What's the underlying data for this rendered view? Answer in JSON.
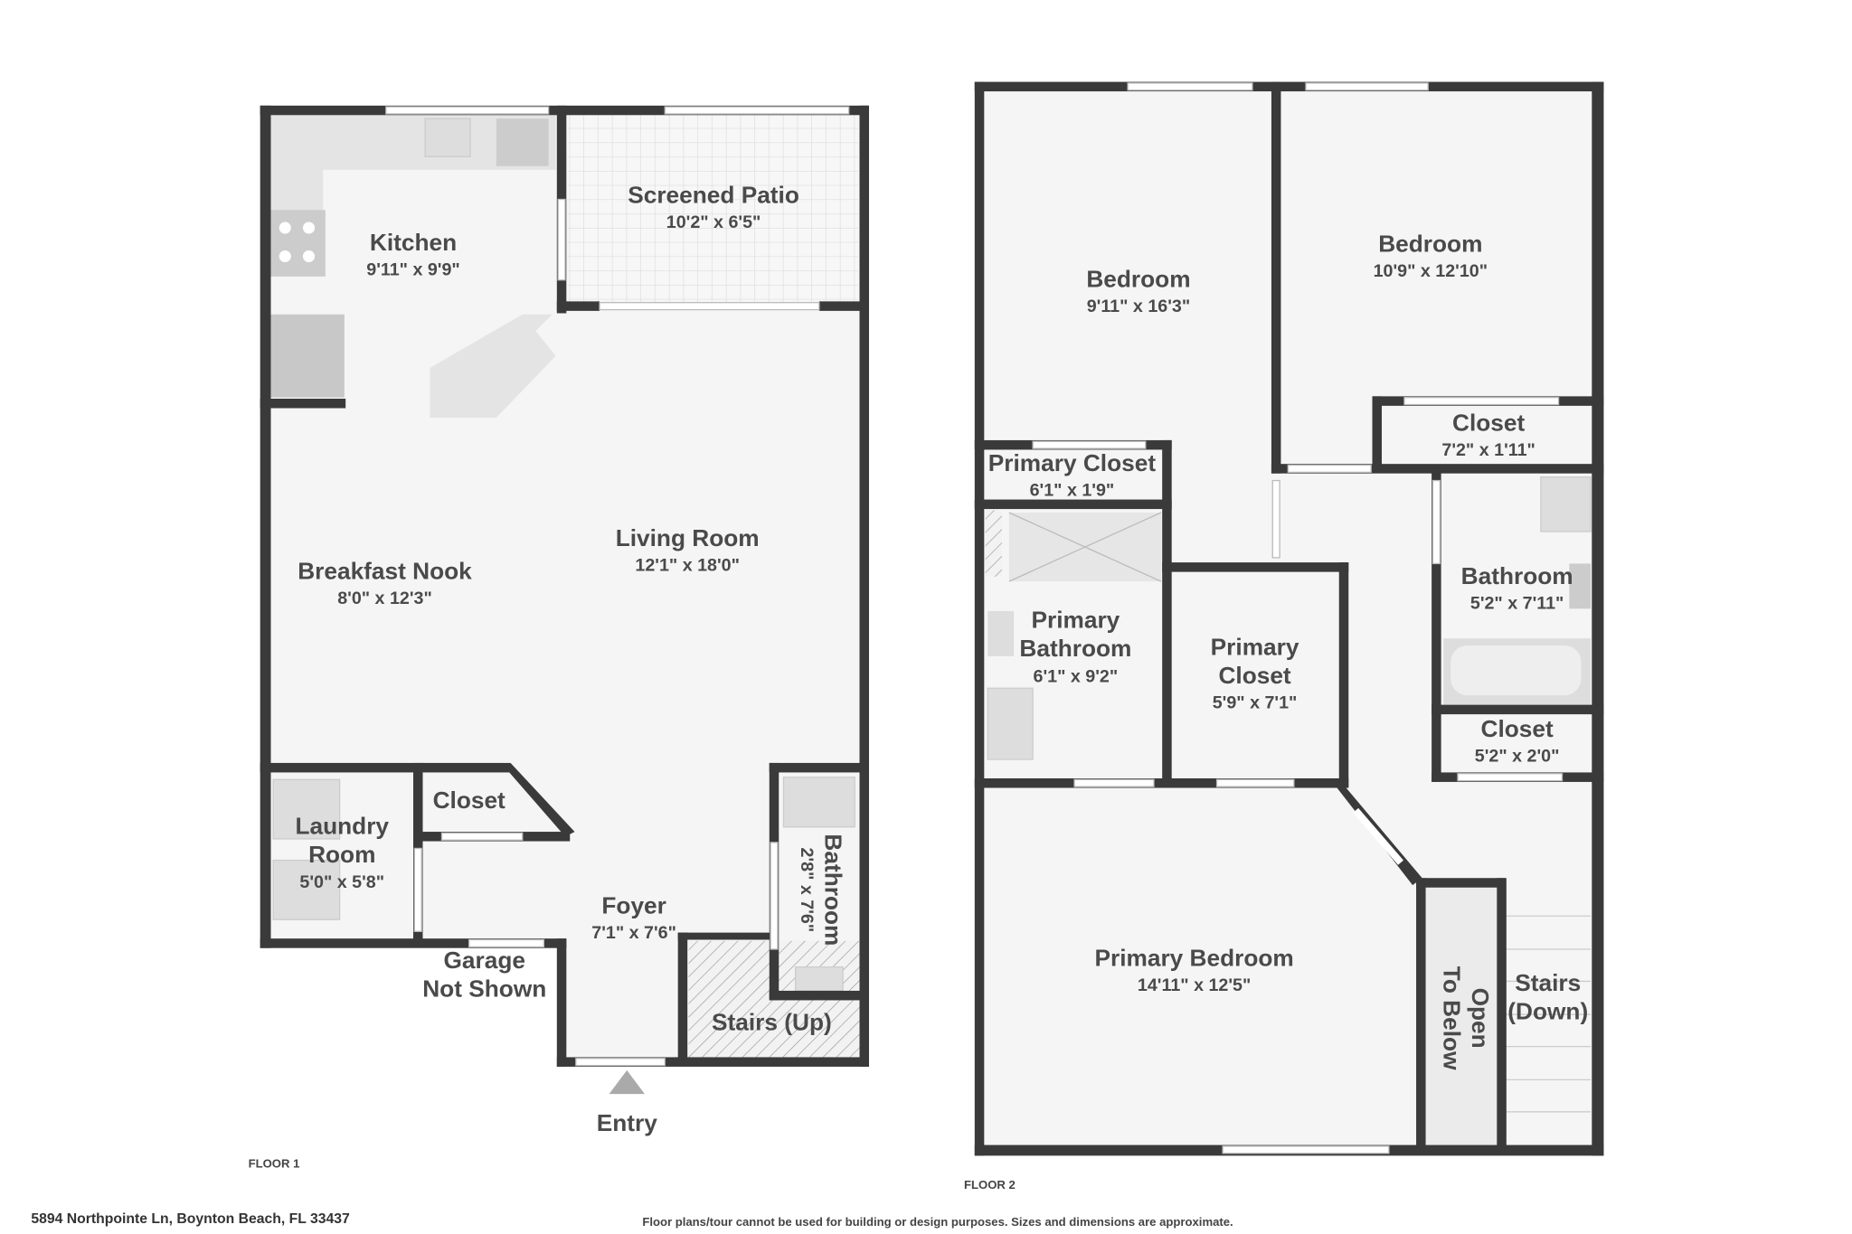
{
  "floor1": {
    "label": "FLOOR 1",
    "rooms": [
      {
        "name": "Kitchen",
        "dims": "9'11\" x 9'9\""
      },
      {
        "name": "Screened Patio",
        "dims": "10'2\" x 6'5\""
      },
      {
        "name": "Living Room",
        "dims": "12'1\" x 18'0\""
      },
      {
        "name": "Breakfast Nook",
        "dims": "8'0\" x 12'3\""
      },
      {
        "name_line1": "Laundry",
        "name_line2": "Room",
        "dims": "5'0\" x 5'8\""
      },
      {
        "name": "Closet"
      },
      {
        "name": "Foyer",
        "dims": "7'1\" x 7'6\""
      },
      {
        "name": "Bathroom",
        "dims": "2'8\" x 7'6\""
      },
      {
        "name": "Stairs (Up)"
      }
    ],
    "garage_line1": "Garage",
    "garage_line2": "Not Shown",
    "entry": "Entry"
  },
  "floor2": {
    "label": "FLOOR 2",
    "rooms": [
      {
        "name": "Bedroom",
        "dims": "9'11\" x 16'3\""
      },
      {
        "name": "Bedroom",
        "dims": "10'9\" x 12'10\""
      },
      {
        "name": "Closet",
        "dims": "7'2\" x 1'11\""
      },
      {
        "name": "Primary Closet",
        "dims": "6'1\" x 1'9\""
      },
      {
        "name_line1": "Primary",
        "name_line2": "Bathroom",
        "dims": "6'1\" x 9'2\""
      },
      {
        "name_line1": "Primary",
        "name_line2": "Closet",
        "dims": "5'9\" x 7'1\""
      },
      {
        "name": "Bathroom",
        "dims": "5'2\" x 7'11\""
      },
      {
        "name": "Closet",
        "dims": "5'2\" x 2'0\""
      },
      {
        "name": "Primary Bedroom",
        "dims": "14'11\" x 12'5\""
      },
      {
        "name_line1": "Open",
        "name_line2": "To Below"
      },
      {
        "name_line1": "Stairs",
        "name_line2": "(Down)"
      }
    ]
  },
  "footer": {
    "address": "5894 Northpointe Ln, Boynton Beach, FL 33437",
    "disclaimer": "Floor plans/tour cannot be used for building or design purposes. Sizes and dimensions are approximate."
  }
}
